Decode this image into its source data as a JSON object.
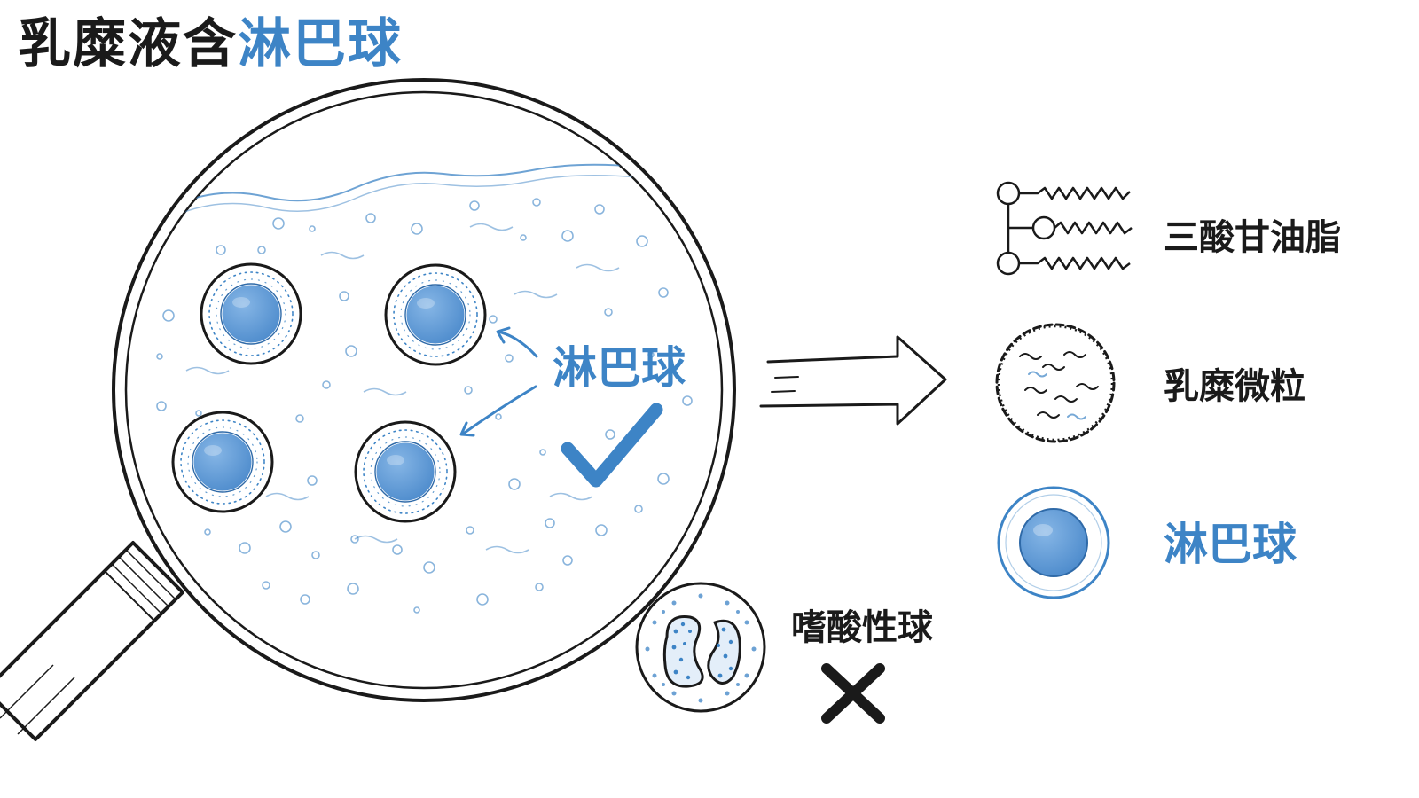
{
  "title": {
    "part1": "乳糜液含",
    "part2": "淋巴球"
  },
  "magnifier": {
    "label": "淋巴球"
  },
  "legend": {
    "triglyceride": "三酸甘油脂",
    "chylomicron": "乳糜微粒",
    "lymphocyte": "淋巴球"
  },
  "excluded": {
    "eosinophil": "嗜酸性球"
  },
  "colors": {
    "accent": "#3d84c6",
    "outline": "#1a1a1a",
    "cell_fill": "#5f98d4"
  },
  "icons": {
    "check": "check-icon",
    "cross": "cross-icon",
    "arrow": "arrow-right-icon"
  }
}
